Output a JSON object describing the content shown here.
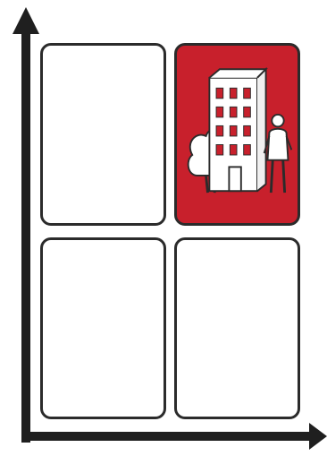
{
  "diagram": {
    "quadrants": [
      {
        "id": "top-left",
        "highlighted": false
      },
      {
        "id": "top-right",
        "highlighted": true,
        "icon": "building-tree-person-icon"
      },
      {
        "id": "bottom-left",
        "highlighted": false
      },
      {
        "id": "bottom-right",
        "highlighted": false
      }
    ],
    "colors": {
      "highlight": "#c8202c",
      "outline": "#2b2b2b",
      "axis": "#1f1f1f",
      "icon_fill": "#ffffff"
    }
  }
}
